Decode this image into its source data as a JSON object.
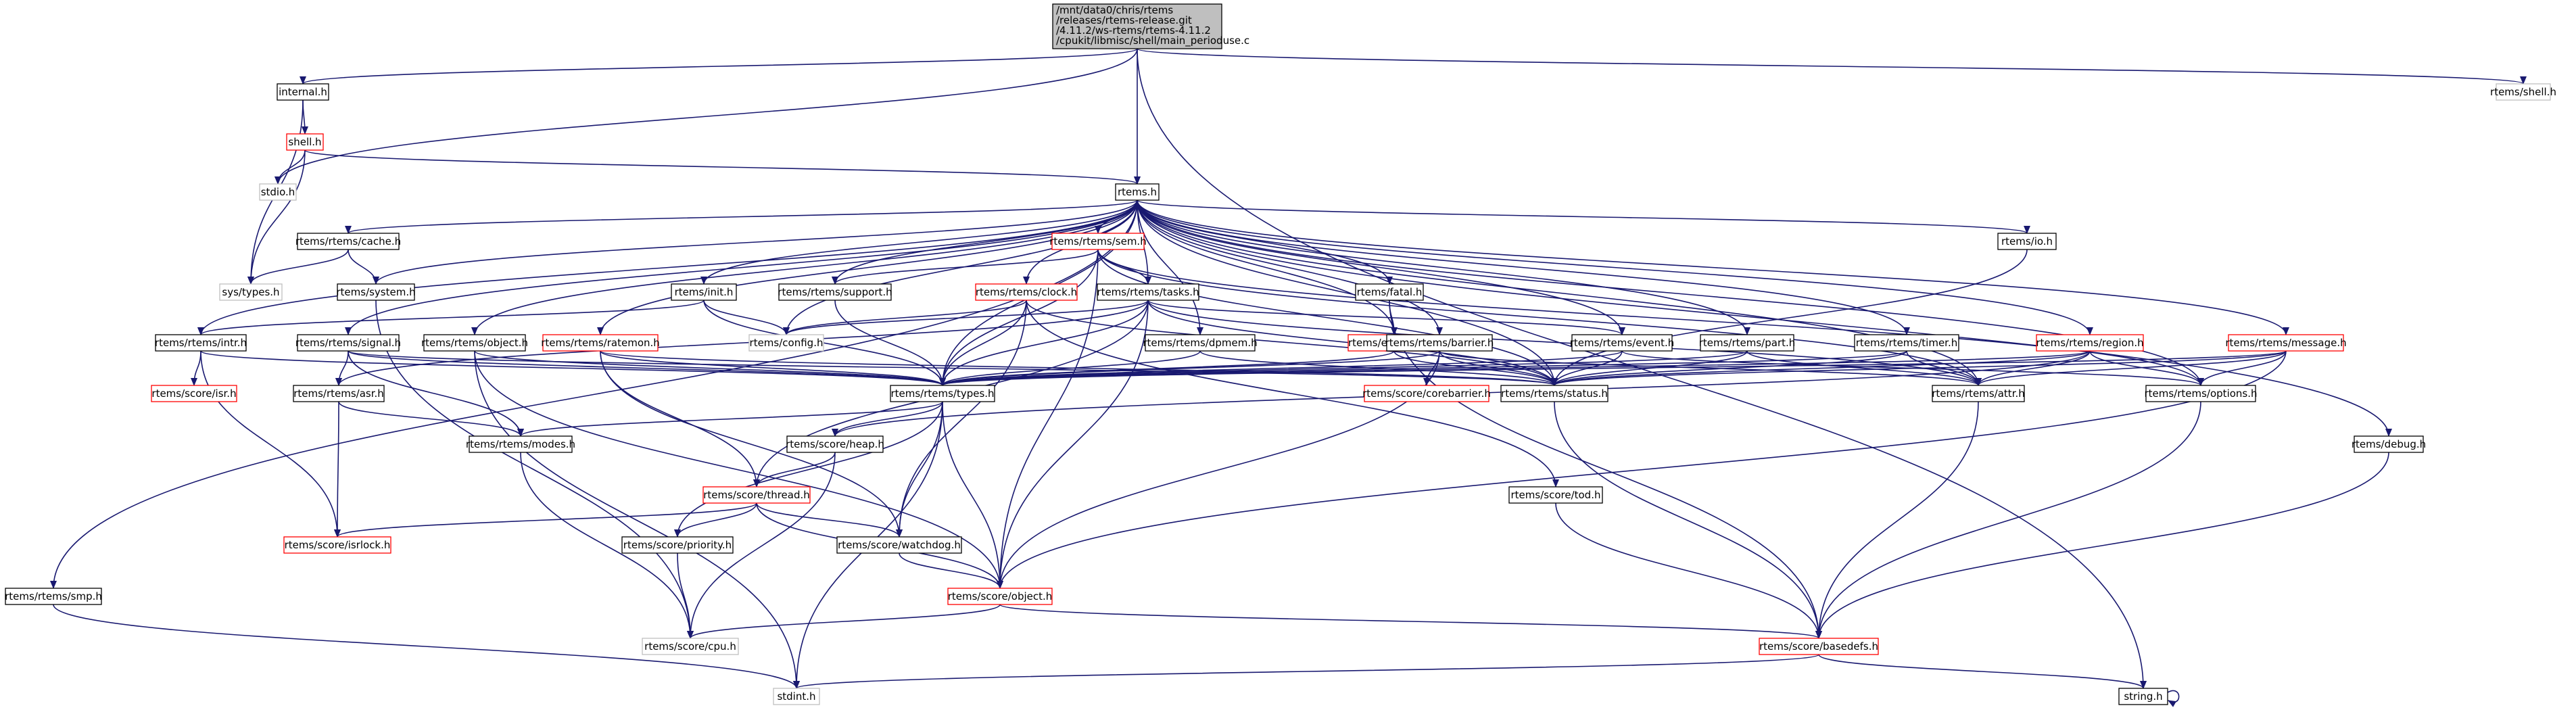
{
  "colors": {
    "edge": "#191970",
    "node_border_black": "#000000",
    "node_border_red": "#ff0000",
    "node_border_grey": "#bfbfbf",
    "root_fill": "#bfbfbf",
    "text": "#000000"
  },
  "nodes": [
    {
      "id": "root",
      "label_lines": [
        "/mnt/data0/chris/rtems",
        "/releases/rtems-release.git",
        "/4.11.2/ws-rtems/rtems-4.11.2",
        "/cpukit/libmisc/shell/main_perioduse.c"
      ],
      "style": "root"
    },
    {
      "id": "internal_h",
      "label_lines": [
        "internal.h"
      ],
      "style": "black"
    },
    {
      "id": "rtems_shell_h",
      "label_lines": [
        "rtems/shell.h"
      ],
      "style": "grey"
    },
    {
      "id": "shell_h",
      "label_lines": [
        "shell.h"
      ],
      "style": "red"
    },
    {
      "id": "stdio_h",
      "label_lines": [
        "stdio.h"
      ],
      "style": "grey"
    },
    {
      "id": "rtems_h",
      "label_lines": [
        "rtems.h"
      ],
      "style": "black"
    },
    {
      "id": "sys_types_h",
      "label_lines": [
        "sys/types.h"
      ],
      "style": "grey"
    },
    {
      "id": "cache_h",
      "label_lines": [
        "rtems/rtems/cache.h"
      ],
      "style": "black"
    },
    {
      "id": "system_h",
      "label_lines": [
        "rtems/system.h"
      ],
      "style": "black"
    },
    {
      "id": "sem_h",
      "label_lines": [
        "rtems/rtems/sem.h"
      ],
      "style": "red"
    },
    {
      "id": "io_h",
      "label_lines": [
        "rtems/io.h"
      ],
      "style": "black"
    },
    {
      "id": "support_h",
      "label_lines": [
        "rtems/rtems/support.h"
      ],
      "style": "black"
    },
    {
      "id": "tasks_h",
      "label_lines": [
        "rtems/rtems/tasks.h"
      ],
      "style": "black"
    },
    {
      "id": "init_h",
      "label_lines": [
        "rtems/init.h"
      ],
      "style": "black"
    },
    {
      "id": "clock_h",
      "label_lines": [
        "rtems/rtems/clock.h"
      ],
      "style": "red"
    },
    {
      "id": "fatal_h",
      "label_lines": [
        "rtems/fatal.h"
      ],
      "style": "black"
    },
    {
      "id": "config_h",
      "label_lines": [
        "rtems/config.h"
      ],
      "style": "grey"
    },
    {
      "id": "intr_h",
      "label_lines": [
        "rtems/rtems/intr.h"
      ],
      "style": "black"
    },
    {
      "id": "signal_h",
      "label_lines": [
        "rtems/rtems/signal.h"
      ],
      "style": "black"
    },
    {
      "id": "object_rtems_h",
      "label_lines": [
        "rtems/rtems/object.h"
      ],
      "style": "black"
    },
    {
      "id": "ratemon_h",
      "label_lines": [
        "rtems/rtems/ratemon.h"
      ],
      "style": "red"
    },
    {
      "id": "dpmem_h",
      "label_lines": [
        "rtems/rtems/dpmem.h"
      ],
      "style": "black"
    },
    {
      "id": "extension_h",
      "label_lines": [
        "rtems/extension.h"
      ],
      "style": "red"
    },
    {
      "id": "barrier_h",
      "label_lines": [
        "rtems/rtems/barrier.h"
      ],
      "style": "black"
    },
    {
      "id": "event_h",
      "label_lines": [
        "rtems/rtems/event.h"
      ],
      "style": "black"
    },
    {
      "id": "part_h",
      "label_lines": [
        "rtems/rtems/part.h"
      ],
      "style": "black"
    },
    {
      "id": "timer_h",
      "label_lines": [
        "rtems/rtems/timer.h"
      ],
      "style": "black"
    },
    {
      "id": "region_h",
      "label_lines": [
        "rtems/rtems/region.h"
      ],
      "style": "red"
    },
    {
      "id": "message_h",
      "label_lines": [
        "rtems/rtems/message.h"
      ],
      "style": "red"
    },
    {
      "id": "isr_h",
      "label_lines": [
        "rtems/score/isr.h"
      ],
      "style": "red"
    },
    {
      "id": "asr_h",
      "label_lines": [
        "rtems/rtems/asr.h"
      ],
      "style": "black"
    },
    {
      "id": "types_h",
      "label_lines": [
        "rtems/rtems/types.h"
      ],
      "style": "black"
    },
    {
      "id": "corebarrier_h",
      "label_lines": [
        "rtems/score/corebarrier.h"
      ],
      "style": "red"
    },
    {
      "id": "status_h",
      "label_lines": [
        "rtems/rtems/status.h"
      ],
      "style": "black"
    },
    {
      "id": "attr_h",
      "label_lines": [
        "rtems/rtems/attr.h"
      ],
      "style": "black"
    },
    {
      "id": "options_h",
      "label_lines": [
        "rtems/rtems/options.h"
      ],
      "style": "black"
    },
    {
      "id": "debug_h",
      "label_lines": [
        "rtems/debug.h"
      ],
      "style": "black"
    },
    {
      "id": "modes_h",
      "label_lines": [
        "rtems/rtems/modes.h"
      ],
      "style": "black"
    },
    {
      "id": "heap_h",
      "label_lines": [
        "rtems/score/heap.h"
      ],
      "style": "black"
    },
    {
      "id": "tod_h",
      "label_lines": [
        "rtems/score/tod.h"
      ],
      "style": "black"
    },
    {
      "id": "thread_h",
      "label_lines": [
        "rtems/score/thread.h"
      ],
      "style": "red"
    },
    {
      "id": "isrlock_h",
      "label_lines": [
        "rtems/score/isrlock.h"
      ],
      "style": "red"
    },
    {
      "id": "priority_h",
      "label_lines": [
        "rtems/score/priority.h"
      ],
      "style": "black"
    },
    {
      "id": "watchdog_h",
      "label_lines": [
        "rtems/score/watchdog.h"
      ],
      "style": "black"
    },
    {
      "id": "smp_h",
      "label_lines": [
        "rtems/rtems/smp.h"
      ],
      "style": "black"
    },
    {
      "id": "score_object_h",
      "label_lines": [
        "rtems/score/object.h"
      ],
      "style": "red"
    },
    {
      "id": "cpu_h",
      "label_lines": [
        "rtems/score/cpu.h"
      ],
      "style": "grey"
    },
    {
      "id": "basedefs_h",
      "label_lines": [
        "rtems/score/basedefs.h"
      ],
      "style": "red"
    },
    {
      "id": "stdint_h",
      "label_lines": [
        "stdint.h"
      ],
      "style": "grey"
    },
    {
      "id": "string_h",
      "label_lines": [
        "string.h"
      ],
      "style": "black"
    }
  ],
  "edges": [
    [
      "root",
      "internal_h"
    ],
    [
      "root",
      "rtems_shell_h"
    ],
    [
      "root",
      "stdio_h"
    ],
    [
      "root",
      "rtems_h"
    ],
    [
      "root",
      "string_h"
    ],
    [
      "internal_h",
      "shell_h"
    ],
    [
      "internal_h",
      "sys_types_h"
    ],
    [
      "shell_h",
      "stdio_h"
    ],
    [
      "shell_h",
      "rtems_h"
    ],
    [
      "shell_h",
      "sys_types_h"
    ],
    [
      "rtems_h",
      "cache_h"
    ],
    [
      "rtems_h",
      "system_h"
    ],
    [
      "rtems_h",
      "sem_h"
    ],
    [
      "rtems_h",
      "io_h"
    ],
    [
      "rtems_h",
      "support_h"
    ],
    [
      "rtems_h",
      "tasks_h"
    ],
    [
      "rtems_h",
      "init_h"
    ],
    [
      "rtems_h",
      "clock_h"
    ],
    [
      "rtems_h",
      "fatal_h"
    ],
    [
      "rtems_h",
      "config_h"
    ],
    [
      "rtems_h",
      "intr_h"
    ],
    [
      "rtems_h",
      "signal_h"
    ],
    [
      "rtems_h",
      "object_rtems_h"
    ],
    [
      "rtems_h",
      "ratemon_h"
    ],
    [
      "rtems_h",
      "dpmem_h"
    ],
    [
      "rtems_h",
      "extension_h"
    ],
    [
      "rtems_h",
      "barrier_h"
    ],
    [
      "rtems_h",
      "event_h"
    ],
    [
      "rtems_h",
      "part_h"
    ],
    [
      "rtems_h",
      "timer_h"
    ],
    [
      "rtems_h",
      "region_h"
    ],
    [
      "rtems_h",
      "message_h"
    ],
    [
      "rtems_h",
      "types_h"
    ],
    [
      "rtems_h",
      "status_h"
    ],
    [
      "rtems_h",
      "debug_h"
    ],
    [
      "rtems_h",
      "smp_h"
    ],
    [
      "rtems_h",
      "attr_h"
    ],
    [
      "rtems_h",
      "options_h"
    ],
    [
      "cache_h",
      "sys_types_h"
    ],
    [
      "cache_h",
      "system_h"
    ],
    [
      "system_h",
      "cpu_h"
    ],
    [
      "sem_h",
      "support_h"
    ],
    [
      "sem_h",
      "tasks_h"
    ],
    [
      "sem_h",
      "types_h"
    ],
    [
      "sem_h",
      "score_object_h"
    ],
    [
      "sem_h",
      "attr_h"
    ],
    [
      "sem_h",
      "options_h"
    ],
    [
      "sem_h",
      "status_h"
    ],
    [
      "support_h",
      "types_h"
    ],
    [
      "tasks_h",
      "config_h"
    ],
    [
      "tasks_h",
      "types_h"
    ],
    [
      "tasks_h",
      "event_h"
    ],
    [
      "tasks_h",
      "asr_h"
    ],
    [
      "tasks_h",
      "status_h"
    ],
    [
      "tasks_h",
      "attr_h"
    ],
    [
      "tasks_h",
      "score_object_h"
    ],
    [
      "tasks_h",
      "thread_h"
    ],
    [
      "init_h",
      "config_h"
    ],
    [
      "init_h",
      "types_h"
    ],
    [
      "init_h",
      "intr_h"
    ],
    [
      "clock_h",
      "config_h"
    ],
    [
      "clock_h",
      "types_h"
    ],
    [
      "clock_h",
      "status_h"
    ],
    [
      "clock_h",
      "tod_h"
    ],
    [
      "clock_h",
      "watchdog_h"
    ],
    [
      "fatal_h",
      "extension_h"
    ],
    [
      "fatal_h",
      "basedefs_h"
    ],
    [
      "io_h",
      "status_h"
    ],
    [
      "intr_h",
      "isr_h"
    ],
    [
      "intr_h",
      "types_h"
    ],
    [
      "intr_h",
      "isrlock_h"
    ],
    [
      "signal_h",
      "asr_h"
    ],
    [
      "signal_h",
      "modes_h"
    ],
    [
      "signal_h",
      "types_h"
    ],
    [
      "signal_h",
      "status_h"
    ],
    [
      "object_rtems_h",
      "types_h"
    ],
    [
      "object_rtems_h",
      "stdint_h"
    ],
    [
      "object_rtems_h",
      "score_object_h"
    ],
    [
      "ratemon_h",
      "types_h"
    ],
    [
      "ratemon_h",
      "status_h"
    ],
    [
      "ratemon_h",
      "thread_h"
    ],
    [
      "ratemon_h",
      "watchdog_h"
    ],
    [
      "dpmem_h",
      "types_h"
    ],
    [
      "dpmem_h",
      "status_h"
    ],
    [
      "extension_h",
      "types_h"
    ],
    [
      "extension_h",
      "status_h"
    ],
    [
      "barrier_h",
      "types_h"
    ],
    [
      "barrier_h",
      "status_h"
    ],
    [
      "barrier_h",
      "attr_h"
    ],
    [
      "barrier_h",
      "corebarrier_h"
    ],
    [
      "barrier_h",
      "score_object_h"
    ],
    [
      "event_h",
      "types_h"
    ],
    [
      "event_h",
      "status_h"
    ],
    [
      "event_h",
      "options_h"
    ],
    [
      "part_h",
      "types_h"
    ],
    [
      "part_h",
      "status_h"
    ],
    [
      "part_h",
      "attr_h"
    ],
    [
      "timer_h",
      "types_h"
    ],
    [
      "timer_h",
      "status_h"
    ],
    [
      "timer_h",
      "attr_h"
    ],
    [
      "region_h",
      "types_h"
    ],
    [
      "region_h",
      "status_h"
    ],
    [
      "region_h",
      "attr_h"
    ],
    [
      "region_h",
      "options_h"
    ],
    [
      "region_h",
      "heap_h"
    ],
    [
      "message_h",
      "types_h"
    ],
    [
      "message_h",
      "status_h"
    ],
    [
      "message_h",
      "attr_h"
    ],
    [
      "message_h",
      "options_h"
    ],
    [
      "message_h",
      "score_object_h"
    ],
    [
      "asr_h",
      "modes_h"
    ],
    [
      "asr_h",
      "isrlock_h"
    ],
    [
      "types_h",
      "modes_h"
    ],
    [
      "types_h",
      "heap_h"
    ],
    [
      "types_h",
      "watchdog_h"
    ],
    [
      "types_h",
      "score_object_h"
    ],
    [
      "types_h",
      "priority_h"
    ],
    [
      "types_h",
      "stdint_h"
    ],
    [
      "status_h",
      "basedefs_h"
    ],
    [
      "attr_h",
      "basedefs_h"
    ],
    [
      "options_h",
      "basedefs_h"
    ],
    [
      "debug_h",
      "basedefs_h"
    ],
    [
      "modes_h",
      "cpu_h"
    ],
    [
      "heap_h",
      "thread_h"
    ],
    [
      "heap_h",
      "cpu_h"
    ],
    [
      "tod_h",
      "basedefs_h"
    ],
    [
      "thread_h",
      "isrlock_h"
    ],
    [
      "thread_h",
      "priority_h"
    ],
    [
      "thread_h",
      "watchdog_h"
    ],
    [
      "thread_h",
      "score_object_h"
    ],
    [
      "priority_h",
      "cpu_h"
    ],
    [
      "watchdog_h",
      "score_object_h"
    ],
    [
      "smp_h",
      "stdint_h"
    ],
    [
      "score_object_h",
      "cpu_h"
    ],
    [
      "score_object_h",
      "basedefs_h"
    ],
    [
      "basedefs_h",
      "stdint_h"
    ],
    [
      "basedefs_h",
      "string_h"
    ],
    [
      "string_h",
      "string_h"
    ]
  ]
}
